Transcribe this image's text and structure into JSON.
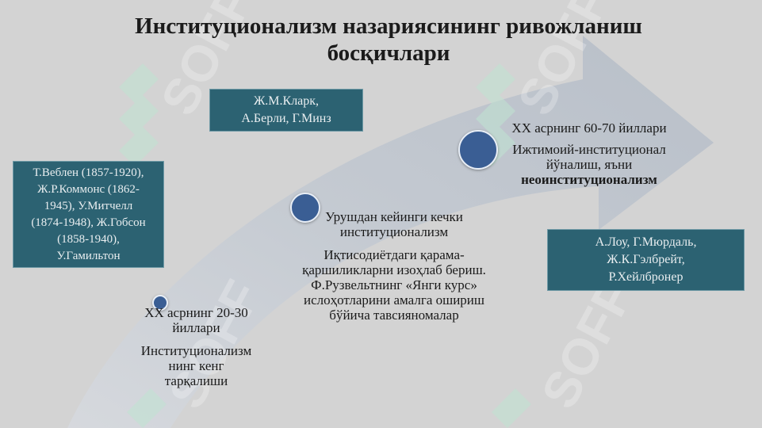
{
  "title": {
    "line1": "Институционализм назариясининг ривожланиш",
    "line2": "босқичлари"
  },
  "boxes": {
    "left": [
      "Т.Веблен (1857-1920),",
      "Ж.Р.Коммонс (1862-",
      "1945), У.Митчелл",
      "(1874-1948), Ж.Гобсон",
      "(1858-1940),",
      "У.Гамильтон"
    ],
    "top": [
      "Ж.М.Кларк,",
      "А.Берли, Г.Минз"
    ],
    "right": [
      "А.Лоу, Г.Мюрдаль,",
      "Ж.К.Гэлбрейт,",
      "Р.Хейлбронер"
    ]
  },
  "stages": {
    "first": {
      "heading": [
        "ХХ асрнинг 20-30",
        "йиллари"
      ],
      "body": [
        "Институционализм",
        "нинг кенг",
        "тарқалиши"
      ]
    },
    "second": {
      "heading": [
        "Урушдан кейинги кечки",
        "институционализм"
      ],
      "body": [
        "Иқтисодиётдаги қарама-",
        "қаршиликларни изоҳлаб бериш.",
        "Ф.Рузвельтнинг «Янги курс»",
        "ислоҳотларини амалга ошириш",
        "бўйича тавсияномалар"
      ]
    },
    "third": {
      "heading": [
        "ХХ асрнинг 60-70 йиллари"
      ],
      "body": [
        "Ижтимоий-институционал",
        "йўналиш, яъни"
      ],
      "emphasis": "неоинституционализм"
    }
  },
  "watermark": "SOFF",
  "colors": {
    "background": "#d3d3d3",
    "box": "#2c6272",
    "dot": "#3a5e94",
    "arrow": "#bfc6cf"
  }
}
